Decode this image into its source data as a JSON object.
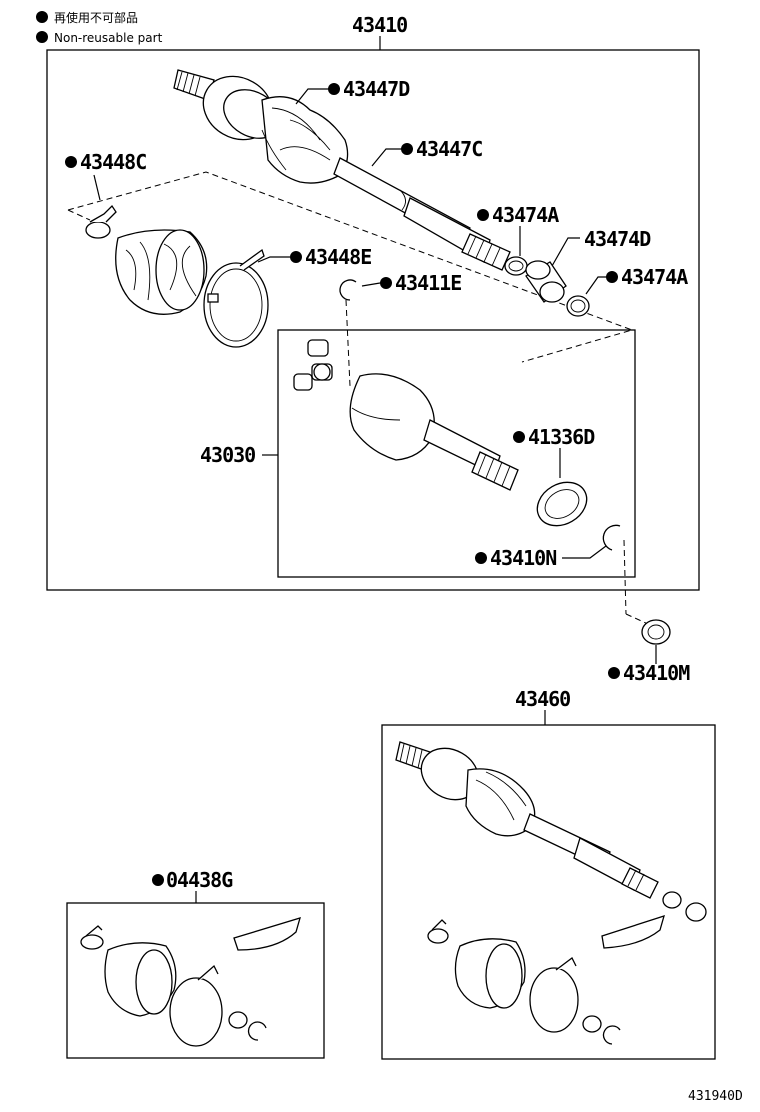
{
  "legend": {
    "line1": "再使用不可部品",
    "line2": "Non-reusable part"
  },
  "labels": {
    "p43410": "43410",
    "p43447D": "43447D",
    "p43447C": "43447C",
    "p43448C": "43448C",
    "p43474A_upper": "43474A",
    "p43474D": "43474D",
    "p43474A_lower": "43474A",
    "p43448E": "43448E",
    "p43411E": "43411E",
    "p43030": "43030",
    "p41336D": "41336D",
    "p43410N": "43410N",
    "p43410M": "43410M",
    "p43460": "43460",
    "p04438G": "04438G"
  },
  "footer": {
    "diagram_code": "431940D"
  }
}
